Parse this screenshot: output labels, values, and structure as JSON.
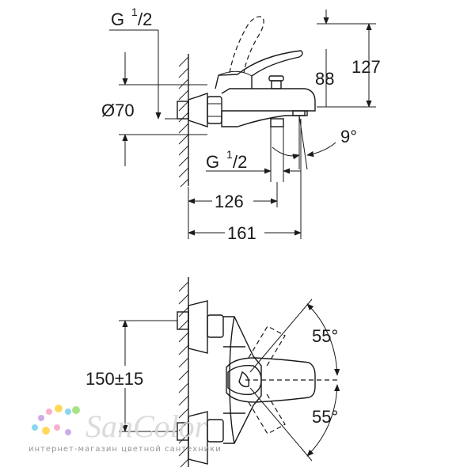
{
  "top_view": {
    "thread_top": {
      "prefix": "G",
      "sup": "1",
      "sub": "/2"
    },
    "diameter": "Ø70",
    "dim_88": "88",
    "dim_127": "127",
    "angle_9": "9°",
    "thread_bottom": {
      "prefix": "G",
      "sup": "1",
      "sub": "/2"
    },
    "dim_126": "126",
    "dim_161": "161"
  },
  "bottom_view": {
    "distance": "150±15",
    "angle_top": "55°",
    "angle_bottom": "55°"
  },
  "watermark": {
    "brand": "SanColor",
    "tagline": "интернет-магазин цветной сантехники",
    "colors": [
      "#c9a3e6",
      "#ffd54a",
      "#7ed2f0",
      "#f7a8c8",
      "#9ee07a"
    ]
  }
}
